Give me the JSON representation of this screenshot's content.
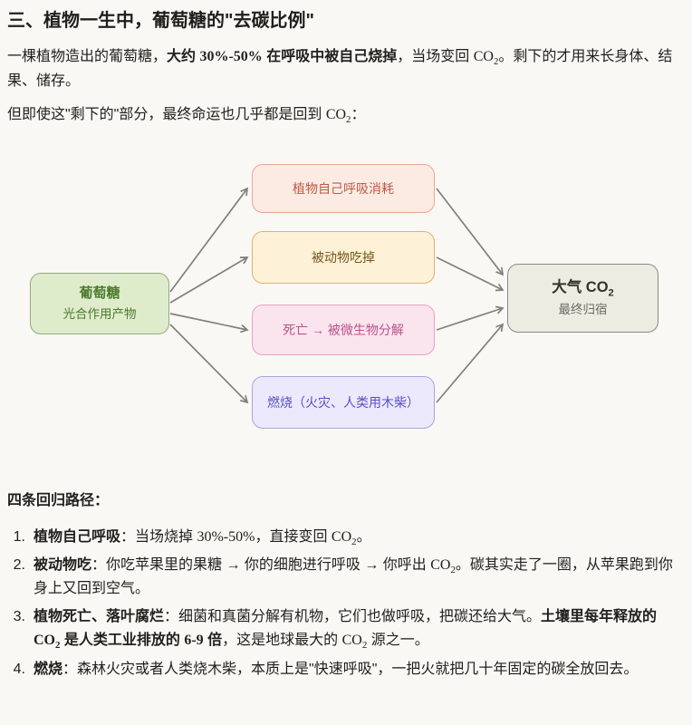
{
  "page": {
    "bg": "#f9f8f5",
    "text_color": "#211f1c"
  },
  "heading": "三、植物一生中，葡萄糖的\"去碳比例\"",
  "intro": [
    {
      "t": "一棵植物造出的葡萄糖，"
    },
    {
      "t": "大约 ",
      "b": true
    },
    {
      "t": "30%-50%",
      "b": true,
      "m": true
    },
    {
      "t": " 在呼吸中被自己烧掉",
      "b": true
    },
    {
      "t": "，当场变回 "
    },
    {
      "t": "CO",
      "m": true
    },
    {
      "t": "2",
      "m": true,
      "sub": true
    },
    {
      "t": "。剩下的才用来长身体、结果、储存。"
    }
  ],
  "lead_in": [
    {
      "t": "但即使这\"剩下的\"部分，最终命运也几乎都是回到 "
    },
    {
      "t": "CO",
      "m": true
    },
    {
      "t": "2",
      "m": true,
      "sub": true
    },
    {
      "t": "："
    }
  ],
  "diagram": {
    "arrow_color": "#80807a",
    "source": {
      "title": "葡萄糖",
      "subtitle": "光合作用产物",
      "bg": "#dfeccb",
      "border": "#96a97c",
      "color": "#4b7a2e"
    },
    "paths": [
      {
        "label": "植物自己呼吸消耗",
        "bg": "#fcebe3",
        "border": "#eaa794",
        "color": "#bb5a47"
      },
      {
        "label": "被动物吃掉",
        "bg": "#fdf1d7",
        "border": "#dcb46b",
        "color": "#75581a"
      },
      {
        "label": "死亡 → 被微生物分解",
        "bg": "#fae4ee",
        "border": "#e8a2c4",
        "color": "#bb5388"
      },
      {
        "label": "燃烧（火灾、人类用木柴）",
        "bg": "#ebe9fb",
        "border": "#aba3da",
        "color": "#5950c4"
      }
    ],
    "sink": {
      "title": [
        {
          "t": "大气 CO"
        },
        {
          "t": "2",
          "sub": true
        }
      ],
      "subtitle": "最终归宿",
      "bg": "#edece3",
      "border": "#8b8a80",
      "color": "#34332c",
      "subtitle_color": "#6b6a62"
    }
  },
  "list_heading": "四条回归路径：",
  "list": [
    {
      "num": "1.",
      "content": [
        {
          "t": "植物自己呼吸",
          "b": true
        },
        {
          "t": "：当场烧掉 "
        },
        {
          "t": "30%-50%",
          "m": true
        },
        {
          "t": "，直接变回 "
        },
        {
          "t": "CO",
          "m": true
        },
        {
          "t": "2",
          "m": true,
          "sub": true
        },
        {
          "t": "。"
        }
      ]
    },
    {
      "num": "2.",
      "content": [
        {
          "t": "被动物吃",
          "b": true
        },
        {
          "t": "：你吃苹果里的果糖 → 你的细胞进行呼吸 → 你呼出 "
        },
        {
          "t": "CO",
          "m": true
        },
        {
          "t": "2",
          "m": true,
          "sub": true
        },
        {
          "t": "。碳其实走了一圈，从苹果跑到你身上又回到空气。"
        }
      ]
    },
    {
      "num": "3.",
      "content": [
        {
          "t": "植物死亡、落叶腐烂",
          "b": true
        },
        {
          "t": "：细菌和真菌分解有机物，它们也做呼吸，把碳还给大气。"
        },
        {
          "t": "土壤里每年释放的 ",
          "b": true
        },
        {
          "t": "CO",
          "b": true,
          "m": true
        },
        {
          "t": "2",
          "b": true,
          "m": true,
          "sub": true
        },
        {
          "t": " 是人类工业排放的 ",
          "b": true
        },
        {
          "t": "6-9",
          "b": true,
          "m": true
        },
        {
          "t": " 倍",
          "b": true
        },
        {
          "t": "，这是地球最大的 "
        },
        {
          "t": "CO",
          "m": true
        },
        {
          "t": "2",
          "m": true,
          "sub": true
        },
        {
          "t": " 源之一。"
        }
      ]
    },
    {
      "num": "4.",
      "content": [
        {
          "t": "燃烧",
          "b": true
        },
        {
          "t": "：森林火灾或者人类烧木柴，本质上是\"快速呼吸\"，一把火就把几十年固定的碳全放回去。"
        }
      ]
    }
  ]
}
